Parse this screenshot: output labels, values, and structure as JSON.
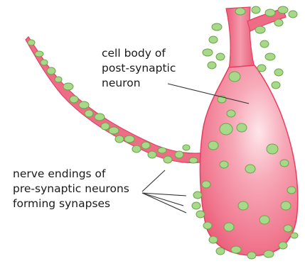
{
  "labels": {
    "cell_body": [
      "cell body of",
      "post-synaptic",
      "neuron"
    ],
    "nerve_endings": [
      "nerve endings of",
      "pre-synaptic neurons",
      "forming synapses"
    ]
  },
  "colors": {
    "soma_fill": "#f0768e",
    "soma_edge": "#e63e60",
    "soma_highlight": "#fde6ea",
    "bouton_fill": "#a8d98a",
    "bouton_edge": "#6aa44a",
    "leader_line": "#333333"
  }
}
